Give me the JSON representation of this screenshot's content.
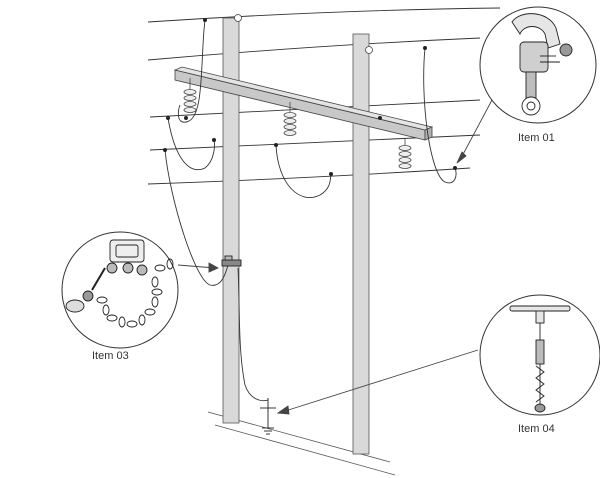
{
  "callouts": {
    "item_01": "Item 01",
    "item_03": "Item 03",
    "item_04": "Item 04"
  },
  "colors": {
    "line": "#333333",
    "pole_fill": "#d9d9d9",
    "crossarm_fill": "#c8c8c8",
    "background": "#ffffff"
  },
  "icons": [
    "grounding-clamp-icon",
    "chain-binder-icon",
    "ground-rod-icon"
  ]
}
